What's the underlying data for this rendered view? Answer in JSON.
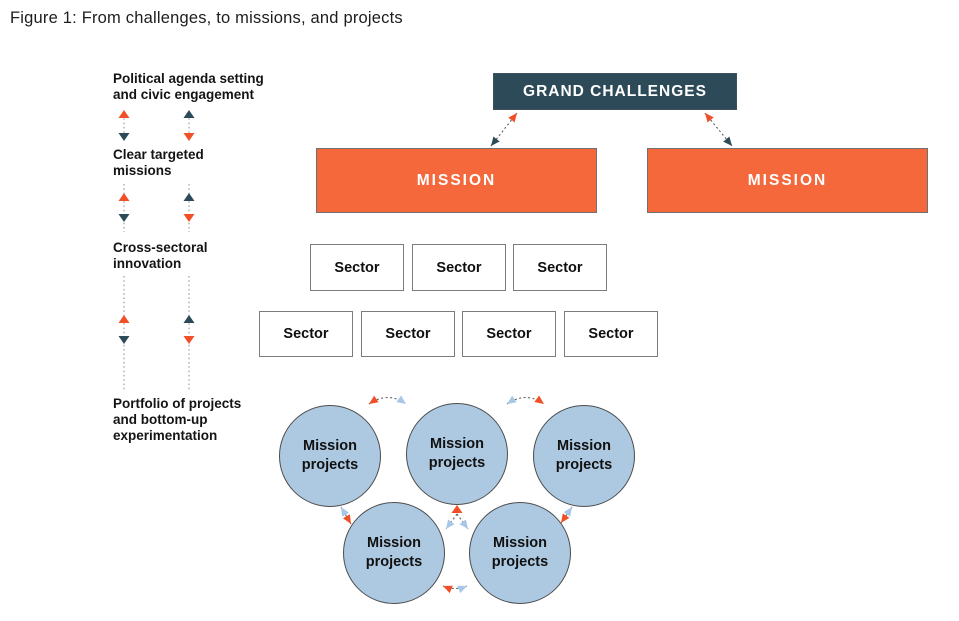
{
  "figure": {
    "title": "Figure 1: From challenges, to missions, and projects"
  },
  "left_column": {
    "labels": [
      {
        "lines": [
          "Political agenda setting",
          "and civic engagement"
        ]
      },
      {
        "lines": [
          "Clear targeted",
          "missions"
        ]
      },
      {
        "lines": [
          "Cross-sectoral",
          "innovation"
        ]
      },
      {
        "lines": [
          "Portfolio of projects",
          "and bottom-up",
          "experimentation"
        ]
      }
    ]
  },
  "hierarchy": {
    "grand_challenges_label": "GRAND CHALLENGES",
    "mission_labels": [
      "MISSION",
      "MISSION"
    ],
    "sector_rows": [
      [
        "Sector",
        "Sector",
        "Sector"
      ],
      [
        "Sector",
        "Sector",
        "Sector",
        "Sector"
      ]
    ],
    "project_circle_labels": [
      "Mission projects",
      "Mission projects",
      "Mission projects",
      "Mission projects",
      "Mission projects"
    ]
  },
  "icons": {
    "up_arrow": "up-arrowhead",
    "down_arrow": "down-arrowhead",
    "dotted_link": "dotted-double-headed-arrow"
  },
  "colors": {
    "challenge_box": "#2D4A59",
    "mission_box": "#F4683C",
    "project_circle": "#ADC9E1",
    "arrow_orange": "#F14F28",
    "arrow_teal": "#2D4A59",
    "arrow_blue": "#A6C7E7",
    "dotted_line": "#5f5f5f"
  }
}
